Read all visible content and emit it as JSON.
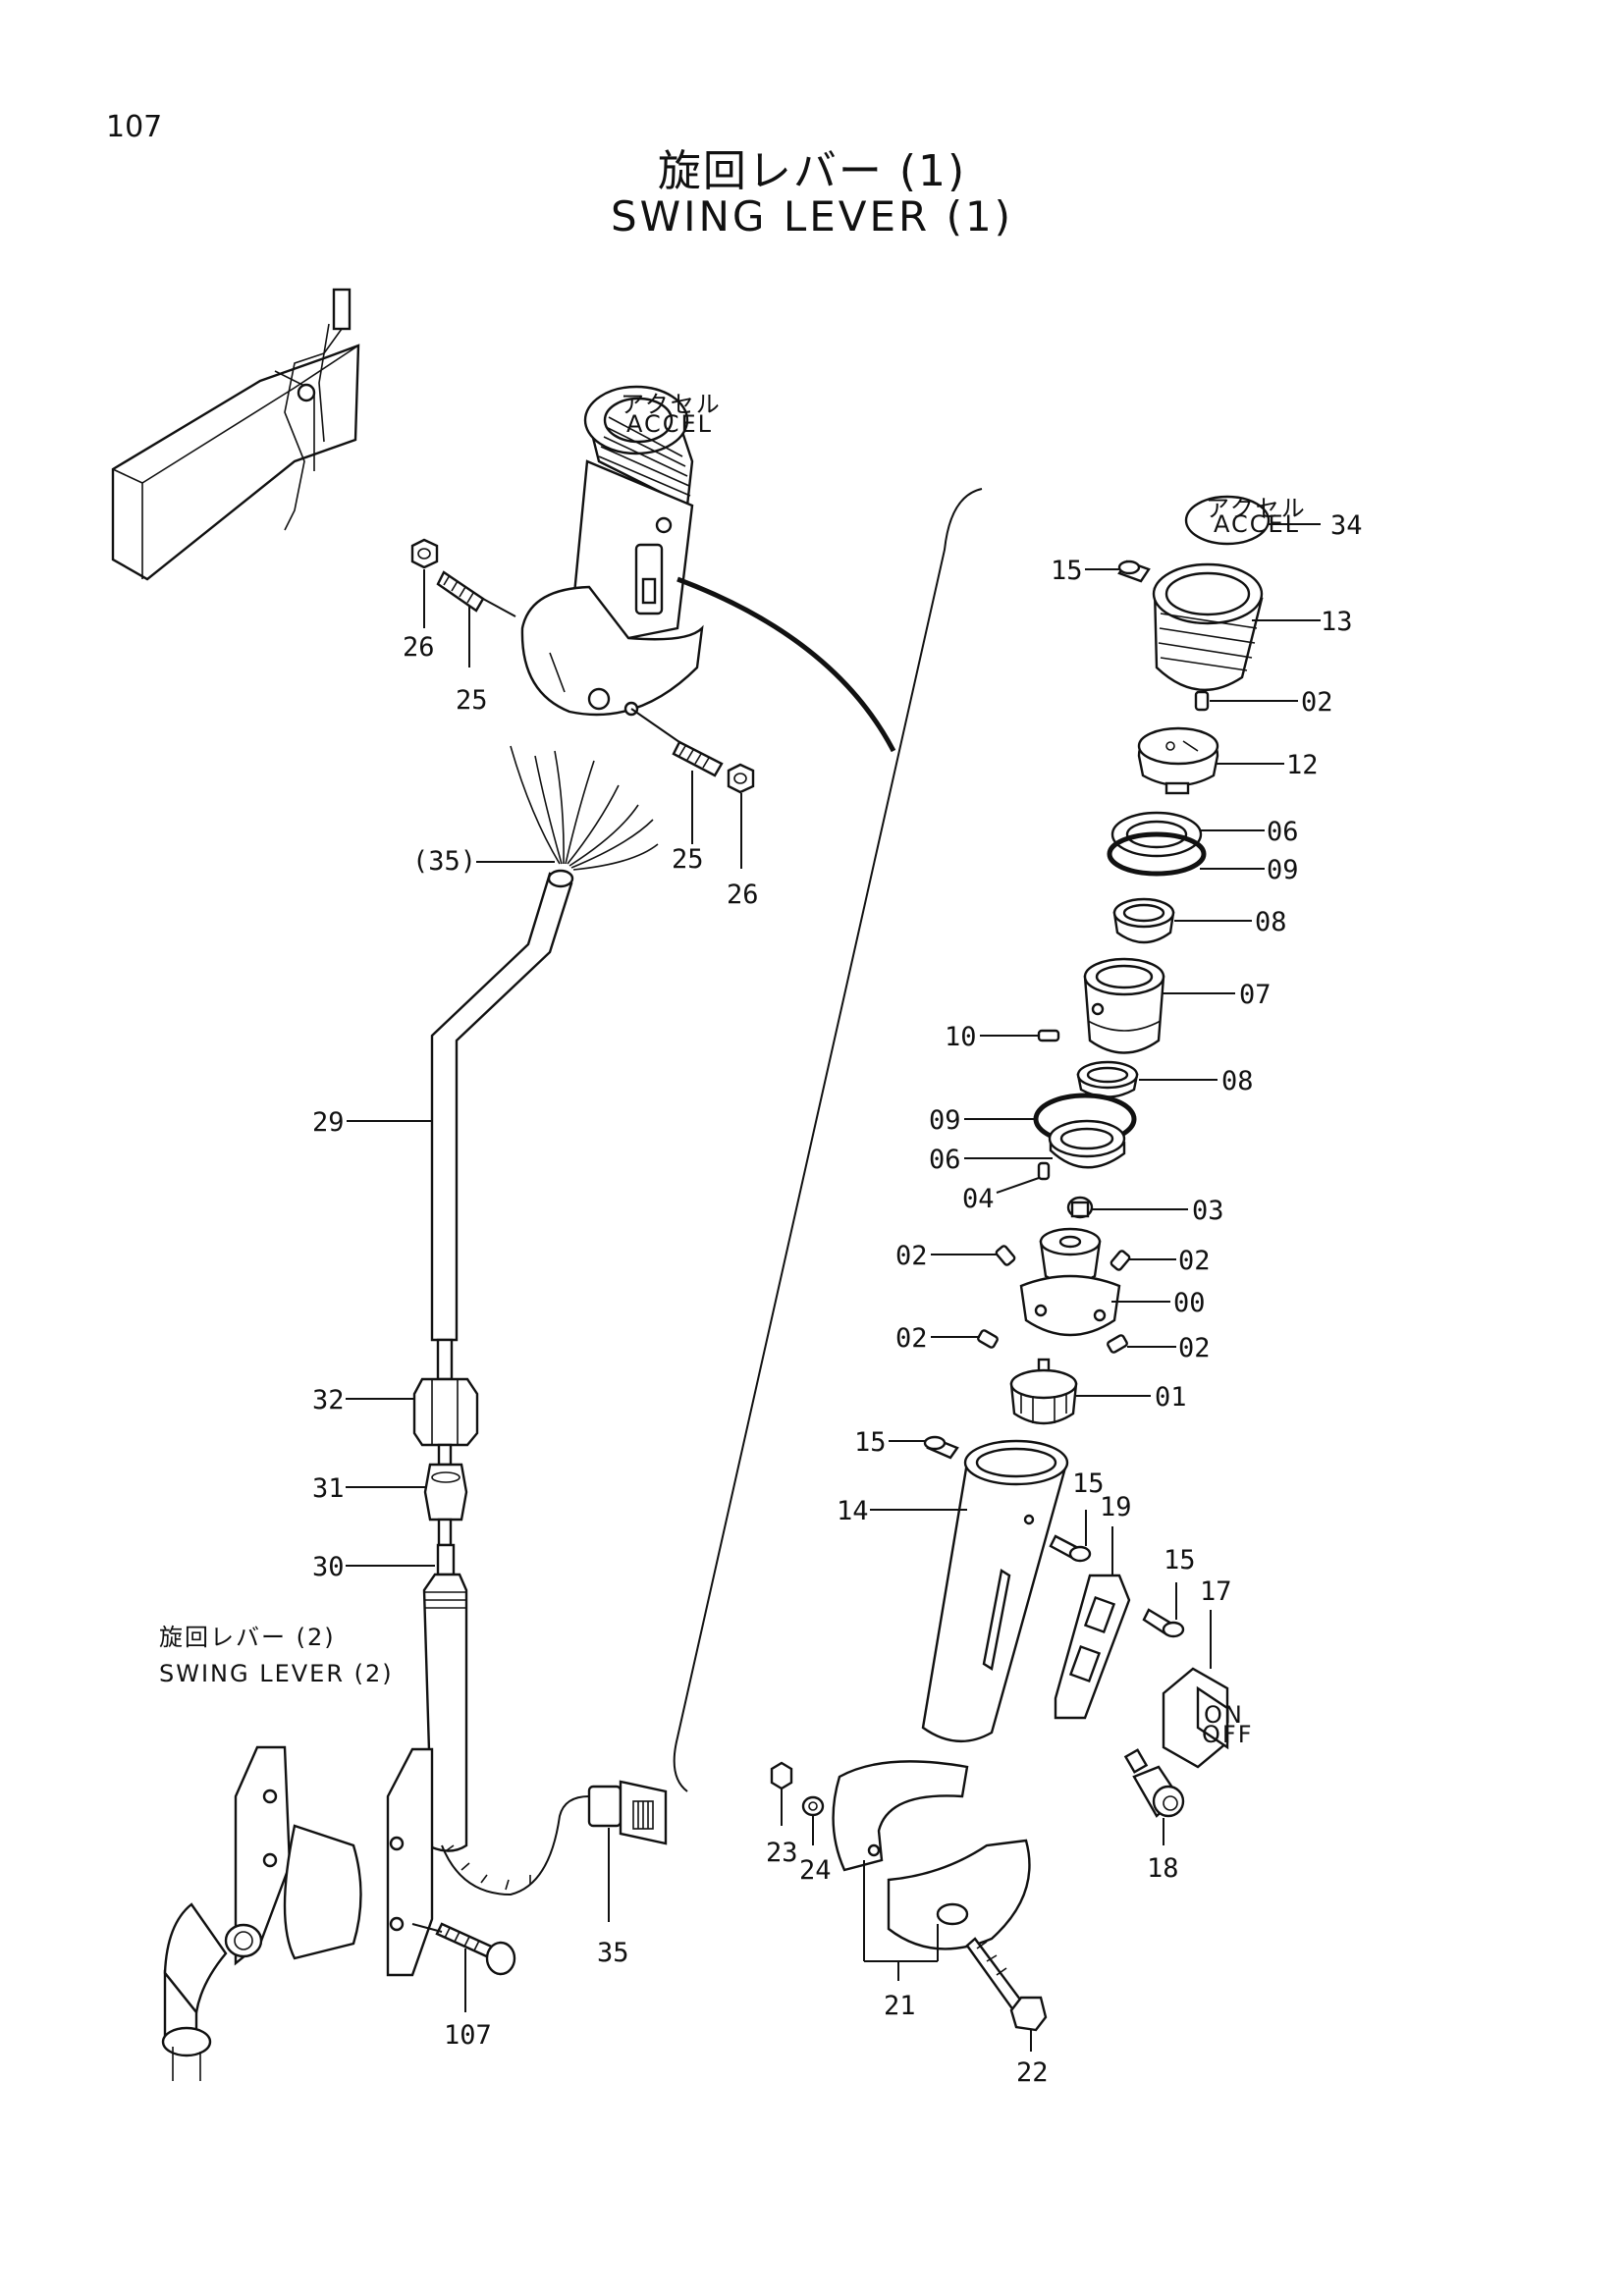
{
  "page": {
    "number": "107",
    "title_jp": "旋回レバー (1)",
    "title_en": "SWING LEVER (1)"
  },
  "subassembly": {
    "label_jp": "旋回レバー (2)",
    "label_en": "SWING LEVER (2)"
  },
  "callouts": {
    "c34": "34",
    "c15a": "15",
    "c13": "13",
    "c02a": "02",
    "c12": "12",
    "c06a": "06",
    "c09a": "09",
    "c08a": "08",
    "c07": "07",
    "c10": "10",
    "c08b": "08",
    "c09b": "09",
    "c06b": "06",
    "c04": "04",
    "c03": "03",
    "c02b": "02",
    "c02c": "02",
    "c00": "00",
    "c02d": "02",
    "c02e": "02",
    "c01": "01",
    "c15b": "15",
    "c14": "14",
    "c15c": "15",
    "c19": "19",
    "c15d": "15",
    "c17": "17",
    "c18": "18",
    "c23": "23",
    "c24": "24",
    "c21": "21",
    "c22": "22",
    "c26a": "26",
    "c25a": "25",
    "c25b": "25",
    "c26b": "26",
    "c35p": "(35)",
    "c29": "29",
    "c32": "32",
    "c31": "31",
    "c30": "30",
    "c35": "35",
    "c107": "107"
  },
  "knob_markings": {
    "top": "アクセル",
    "bottom": "ACCEL"
  },
  "switch_markings": {
    "on": "ON",
    "off": "OFF"
  }
}
